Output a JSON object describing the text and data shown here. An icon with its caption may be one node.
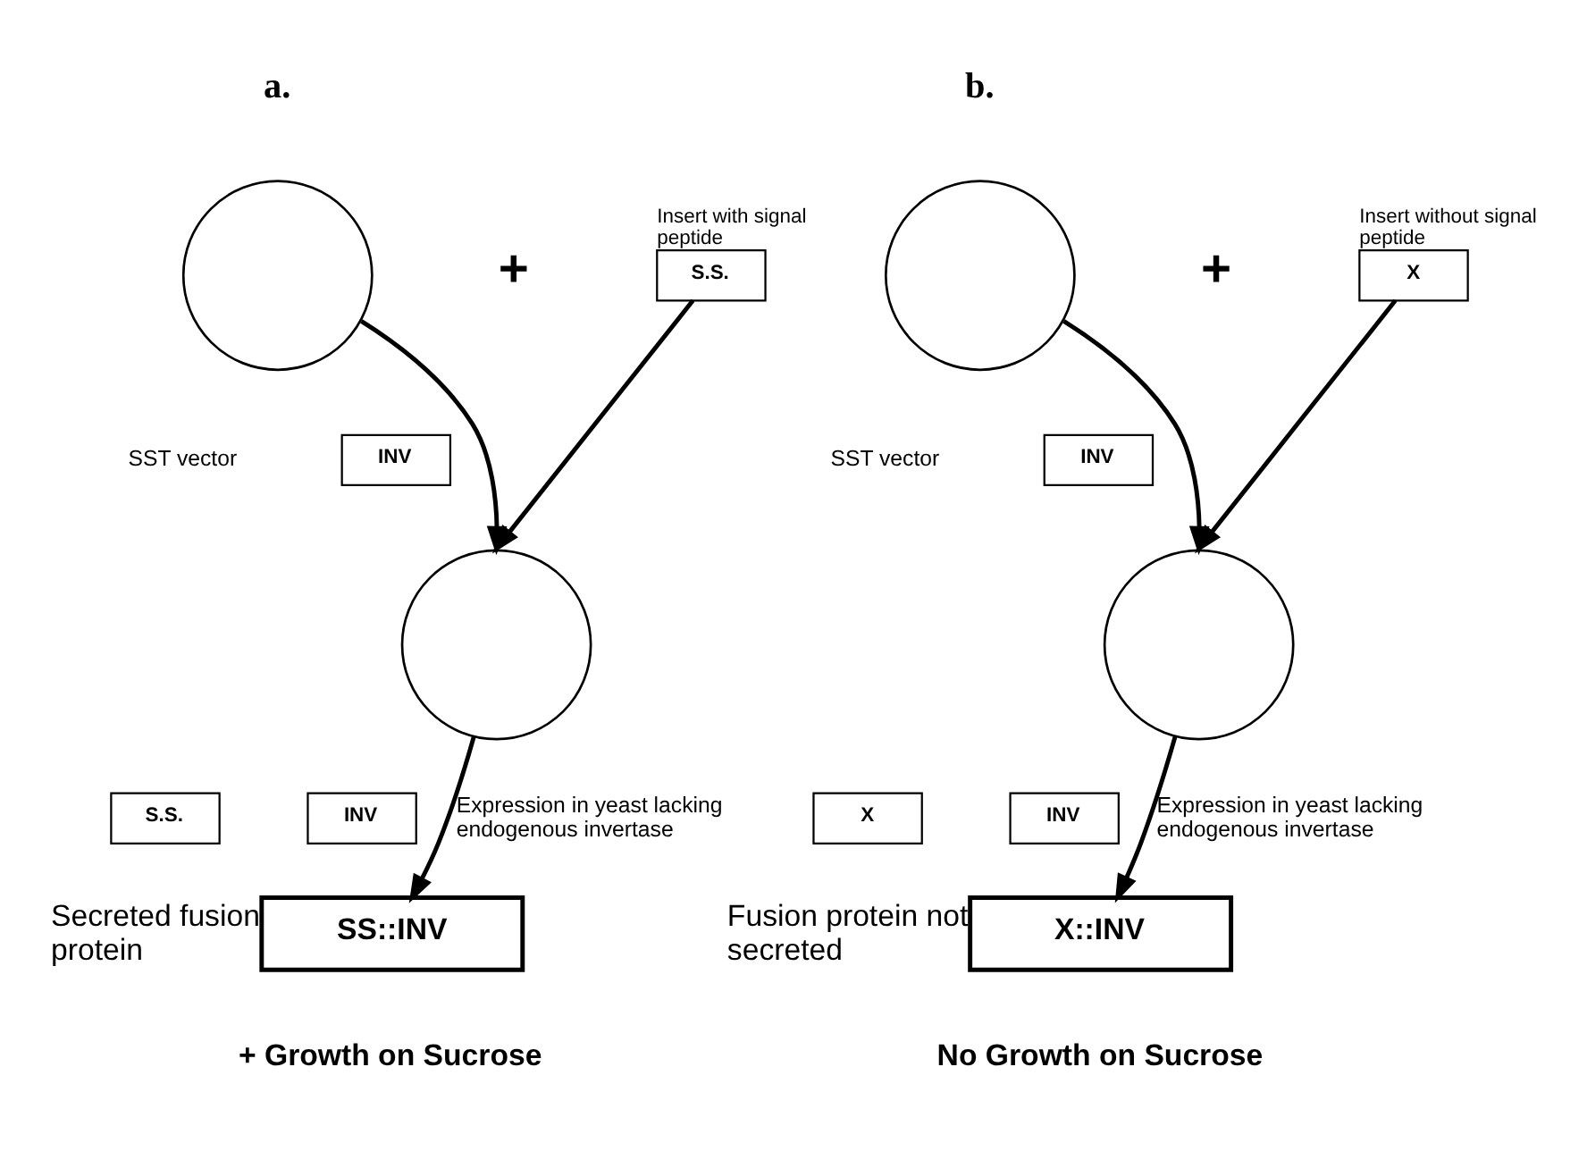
{
  "diagram": {
    "nodes": [
      {
        "text": [],
        "shape": "circle",
        "beside": [
          "SST vector"
        ]
      },
      {
        "text": [
          "INV"
        ]
      },
      {
        "text": [
          "S.S."
        ],
        "beside": [
          "Insert with signal peptide"
        ]
      },
      {
        "text": [],
        "shape": "circle"
      },
      {
        "text": [
          "S.S."
        ]
      },
      {
        "text": [
          "INV"
        ]
      },
      {
        "text": [
          "SS::INV"
        ],
        "beside": [
          "Secreted fusion protein"
        ]
      },
      {
        "text": [],
        "shape": "circle",
        "beside": [
          "SST vector"
        ]
      },
      {
        "text": [
          "INV"
        ]
      },
      {
        "text": [
          "X"
        ],
        "beside": [
          "Insert without signal peptide"
        ]
      },
      {
        "text": [],
        "shape": "circle"
      },
      {
        "text": [
          "X"
        ]
      },
      {
        "text": [
          "INV"
        ]
      },
      {
        "text": [
          "X::INV"
        ],
        "beside": [
          "Fusion protein not secreted"
        ]
      }
    ],
    "edges": [
      {
        "from": 0,
        "to": 3,
        "arrow": "to"
      },
      {
        "from": 2,
        "to": 3,
        "arrow": "to"
      },
      {
        "from": 3,
        "to": 6,
        "arrow": "to",
        "label": "Expression in yeast lacking endogenous invertase"
      },
      {
        "from": 7,
        "to": 10,
        "arrow": "to"
      },
      {
        "from": 9,
        "to": 10,
        "arrow": "to"
      },
      {
        "from": 10,
        "to": 13,
        "arrow": "to",
        "label": "Expression in yeast lacking endogenous invertase"
      }
    ],
    "labels": [
      "a.",
      "+",
      "+ Growth on Sucrose",
      "b.",
      "+",
      "No Growth on Sucrose"
    ]
  }
}
